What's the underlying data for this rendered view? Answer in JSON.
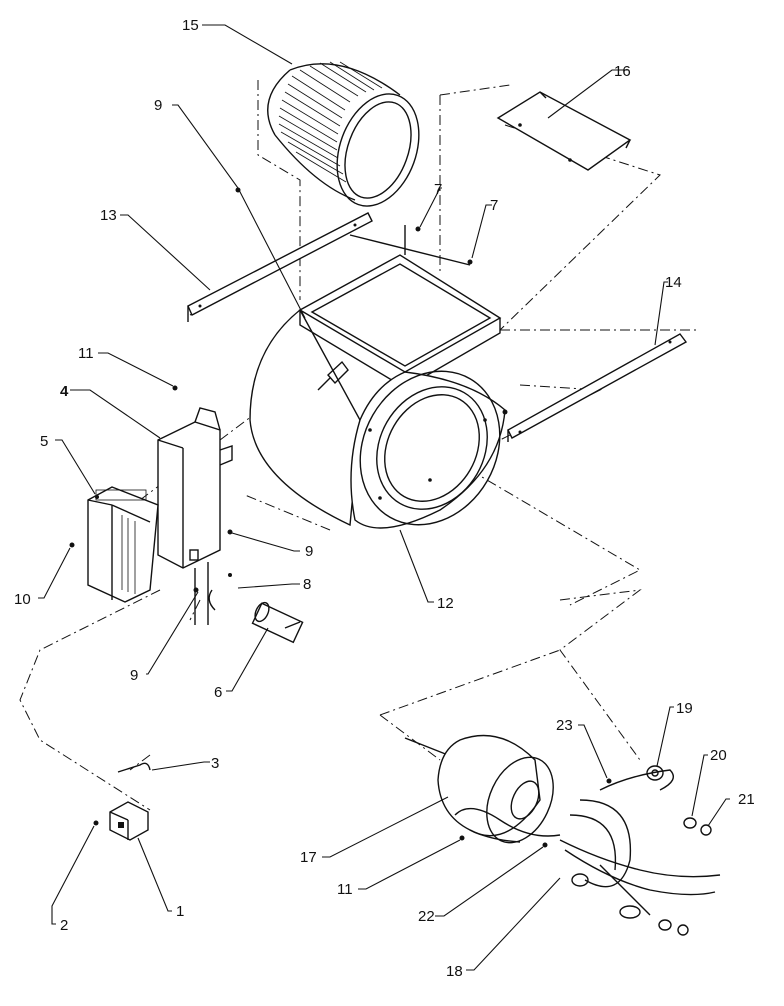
{
  "callouts": [
    {
      "id": "c15",
      "label": "15"
    },
    {
      "id": "c16",
      "label": "16"
    },
    {
      "id": "c9a",
      "label": "9"
    },
    {
      "id": "c7a",
      "label": "7"
    },
    {
      "id": "c7b",
      "label": "7"
    },
    {
      "id": "c13",
      "label": "13"
    },
    {
      "id": "c14",
      "label": "14"
    },
    {
      "id": "c11a",
      "label": "11"
    },
    {
      "id": "c4",
      "label": "4"
    },
    {
      "id": "c5",
      "label": "5"
    },
    {
      "id": "c10",
      "label": "10"
    },
    {
      "id": "c9b",
      "label": "9"
    },
    {
      "id": "c8",
      "label": "8"
    },
    {
      "id": "c12",
      "label": "12"
    },
    {
      "id": "c9c",
      "label": "9"
    },
    {
      "id": "c6",
      "label": "6"
    },
    {
      "id": "c3",
      "label": "3"
    },
    {
      "id": "c19",
      "label": "19"
    },
    {
      "id": "c23",
      "label": "23"
    },
    {
      "id": "c20",
      "label": "20"
    },
    {
      "id": "c21",
      "label": "21"
    },
    {
      "id": "c17",
      "label": "17"
    },
    {
      "id": "c11b",
      "label": "11"
    },
    {
      "id": "c22",
      "label": "22"
    },
    {
      "id": "c2",
      "label": "2"
    },
    {
      "id": "c1",
      "label": "1"
    },
    {
      "id": "c18",
      "label": "18"
    }
  ]
}
